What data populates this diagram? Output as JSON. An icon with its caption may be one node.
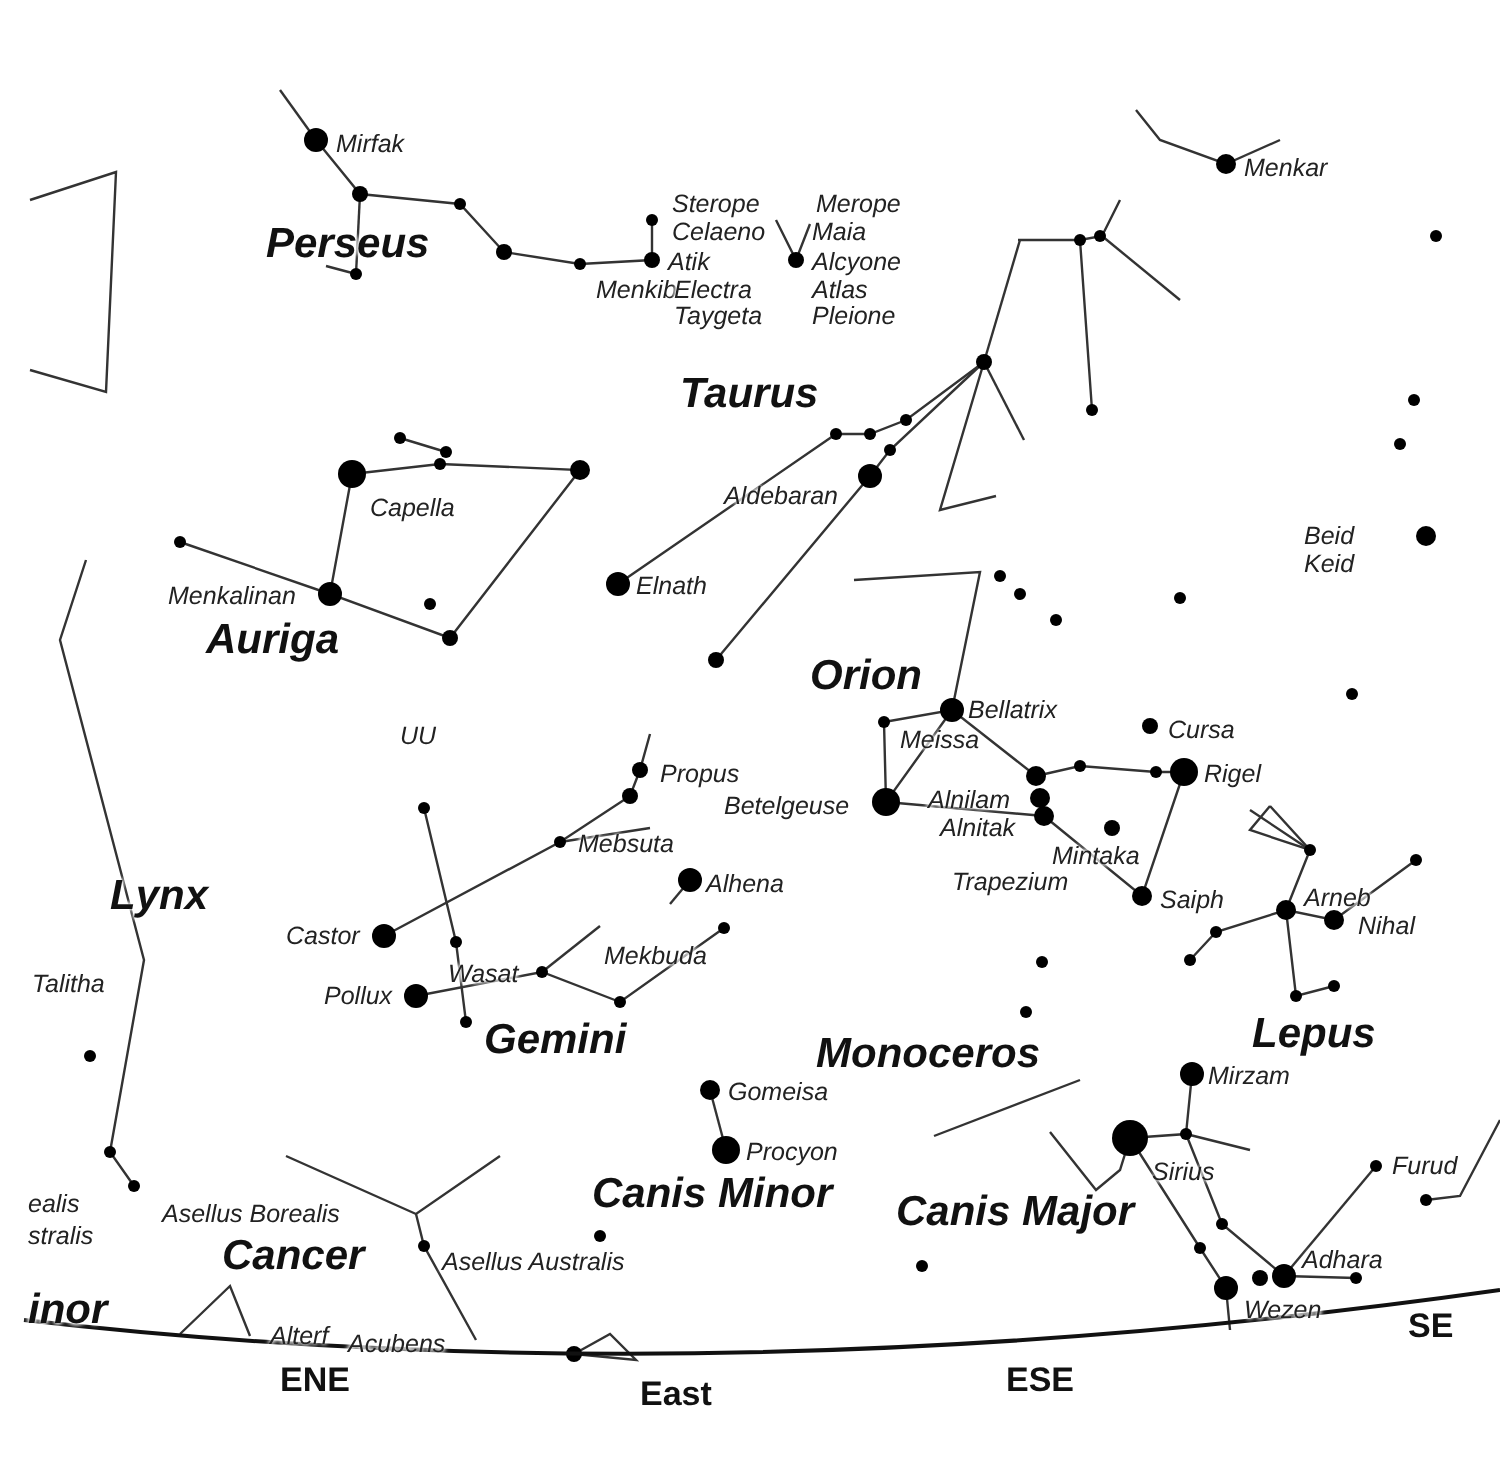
{
  "diagram": {
    "labels": [
      "Mirfak",
      "Menkar",
      "Sterope",
      "Merope",
      "Perseus",
      "Celaeno",
      "Maia",
      "Atik",
      "Alcyone",
      "Menkib",
      "Electra",
      "Atlas",
      "Taygeta",
      "Pleione",
      "Taurus",
      "Aldebaran",
      "Capella",
      "Beid",
      "Keid",
      "Elnath",
      "Menkalinan",
      "Auriga",
      "UU",
      "Orion",
      "Meissa",
      "Bellatrix",
      "Cursa",
      "Propus",
      "Rigel",
      "Betelgeuse",
      "Alnilam",
      "Alnitak",
      "Mebsuta",
      "Mintaka",
      "Lynx",
      "Alhena",
      "Trapezium",
      "Saiph",
      "Arneb",
      "Nihal",
      "Castor",
      "Mekbuda",
      "Talitha",
      "Wasat",
      "Pollux",
      "Gemini",
      "Lepus",
      "Monoceros",
      "Mirzam",
      "Gomeisa",
      "Procyon",
      "Sirius",
      "Furud",
      "Canis Minor",
      "ealis",
      "Canis Major",
      "Asellus Borealis",
      "stralis",
      "Cancer",
      "Asellus Australis",
      "Adhara",
      "inor",
      "Wezen",
      "Alterf",
      "Acubens",
      "SE",
      "ENE",
      "ESE",
      "East"
    ]
  }
}
